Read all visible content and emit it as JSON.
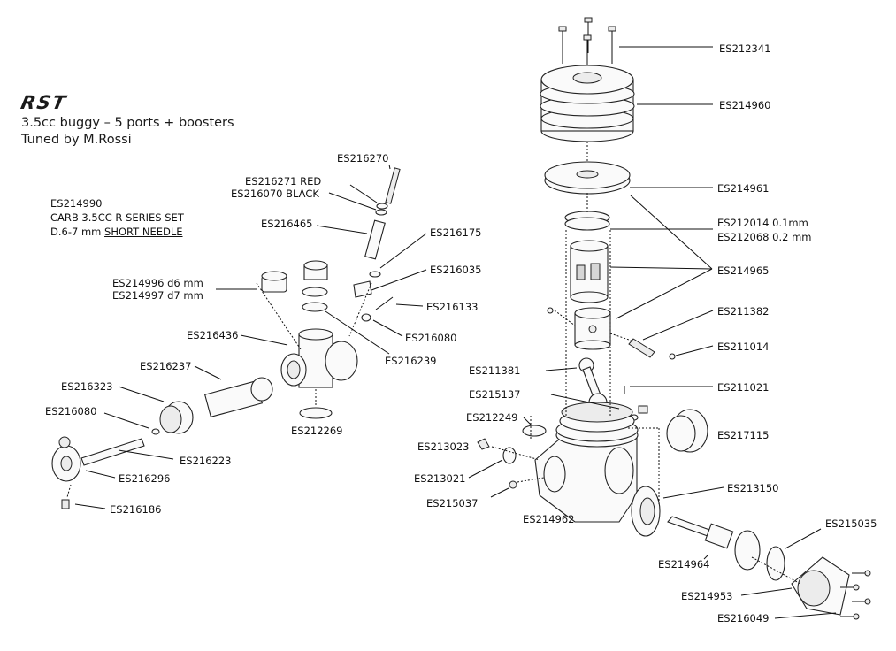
{
  "header": {
    "brand": "RST",
    "subtitle": "3.5cc buggy  – 5 ports + boosters",
    "tuner": "Tuned by M.Rossi"
  },
  "carb_note": {
    "line1": "ES214990",
    "line2": "CARB 3.5CC R SERIES SET",
    "line3_prefix": "D.6-7 mm ",
    "line3_underlined": "SHORT NEEDLE"
  },
  "labels": {
    "es212341": "ES212341",
    "es214960": "ES214960",
    "es214961": "ES214961",
    "es212014": "ES212014 0.1mm",
    "es212068": "ES212068 0.2 mm",
    "es214965": "ES214965",
    "es211382": "ES211382",
    "es211014": "ES211014",
    "es211021": "ES211021",
    "es217115": "ES217115",
    "es213150": "ES213150",
    "es215035": "ES215035",
    "es214964": "ES214964",
    "es214953": "ES214953",
    "es216049": "ES216049",
    "es214962": "ES214962",
    "es215037": "ES215037",
    "es213021": "ES213021",
    "es213023": "ES213023",
    "es212249": "ES212249",
    "es215137": "ES215137",
    "es211381": "ES211381",
    "es216270": "ES216270",
    "es216271": "ES216271 RED",
    "es216070": "ES216070 BLACK",
    "es216465": "ES216465",
    "es216175": "ES216175",
    "es216035": "ES216035",
    "es216133": "ES216133",
    "es216080a": "ES216080",
    "es216239": "ES216239",
    "es214996": "ES214996 d6 mm",
    "es214997": "ES214997 d7 mm",
    "es216436": "ES216436",
    "es216237": "ES216237",
    "es216323": "ES216323",
    "es216080b": "ES216080",
    "es216223": "ES216223",
    "es216296": "ES216296",
    "es216186": "ES216186",
    "es212269": "ES212269"
  }
}
